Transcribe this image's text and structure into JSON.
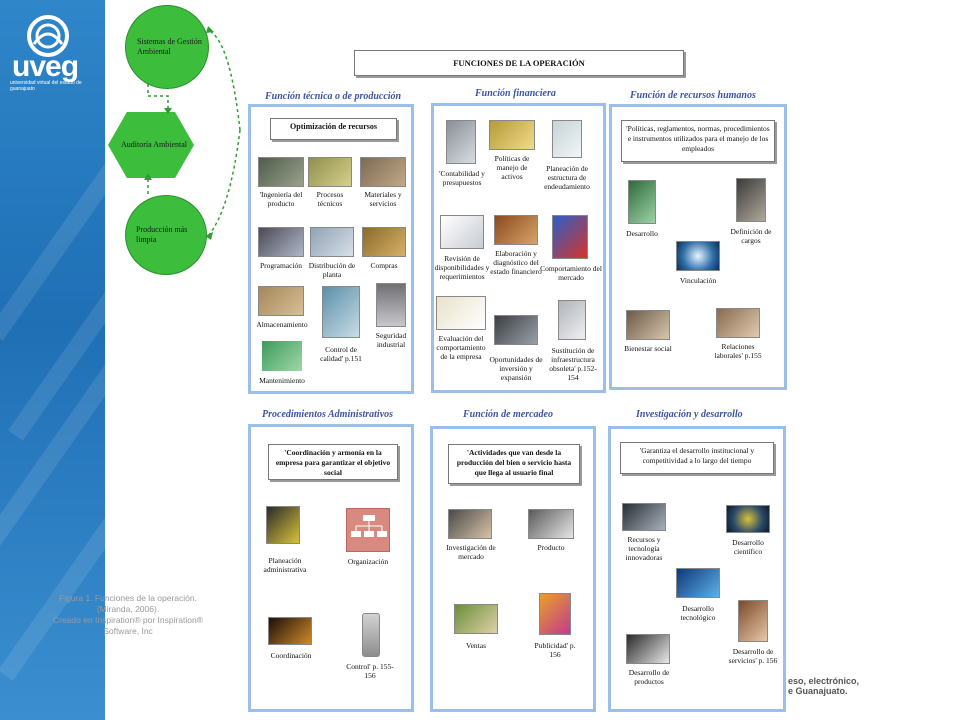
{
  "logo": {
    "name": "uveg",
    "subtitle": "universidad virtual del estado de guanajuato"
  },
  "title": "FUNCIONES DE LA OPERACIÓN",
  "left_chain": {
    "top": "Sistemas de Gestión Ambiental",
    "middle": "Auditoría Ambiental",
    "bottom": "Producción más limpia"
  },
  "tecnica": {
    "heading": "Función técnica o de producción",
    "box": "Optimización de recursos",
    "items": [
      "'Ingeniería del producto",
      "Procesos técnicos",
      "Materiales y servicios",
      "Programación",
      "Distribución de planta",
      "Compras",
      "Almacenamiento",
      "Control de calidad' p.151",
      "Seguridad industrial",
      "Mantenimiento"
    ]
  },
  "financiera": {
    "heading": "Función financiera",
    "items": [
      "'Contabilidad y presupuestos",
      "Políticas de manejo de activos",
      "Planeación de estructura de endeudamiento",
      "Revisión de disponibilidades y requerimientos",
      "Elaboración y diagnóstico del estado financiero",
      "Comportamiento del mercado",
      "Evaluación del comportamiento de la empresa",
      "Oportunidades de inversión y expansión",
      "Sustitución de infraestructura obsoleta' p.152-154"
    ]
  },
  "rrhh": {
    "heading": "Función de recursos humanos",
    "box": "'Políticas, reglamentos, normas, procedimientos e instrumentos utilizados para el manejo de los empleados",
    "items": [
      "Desarrollo",
      "Definición de cargos",
      "Vinculación",
      "Bienestar social",
      "Relaciones laborales' p.155"
    ]
  },
  "administrativos": {
    "heading": "Procedimientos Administrativos",
    "box": "'Coordinación y armonía en la empresa para garantizar el objetivo social",
    "items": [
      "Planeación administrativa",
      "Organización",
      "Coordinación",
      "Control' p. 155-156"
    ]
  },
  "mercadeo": {
    "heading": "Función de mercadeo",
    "box": "'Actividades que van desde la producción del bien o servicio hasta que llega al usuario final",
    "items": [
      "Investigación de mercado",
      "Producto",
      "Ventas",
      "Publicidad' p. 156"
    ]
  },
  "investigacion": {
    "heading": "Investigación y desarrollo",
    "box": "'Garantiza el desarrollo institucional y competitividad a lo largo del tiempo",
    "items": [
      "Recursos y tecnología innovadoras",
      "Desarrollo científico",
      "Desarrollo tecnológico",
      "Desarrollo de productos",
      "Desarrollo de servicios' p. 156"
    ]
  },
  "figure_caption": [
    "Figura 1. Funciones de la operación.",
    "(Miranda, 2006).",
    "Creado en Inspiration® por Inspiration®",
    "Software, Inc"
  ],
  "footer": [
    "eso, electrónico,",
    "e Guanajuato."
  ],
  "colors": {
    "sidebar": "#2a7cc2",
    "green": "#3cbd3c",
    "panel_border": "#9bbfe8",
    "heading": "#3b55a0",
    "dashed_arrow": "#2e9e2e"
  }
}
